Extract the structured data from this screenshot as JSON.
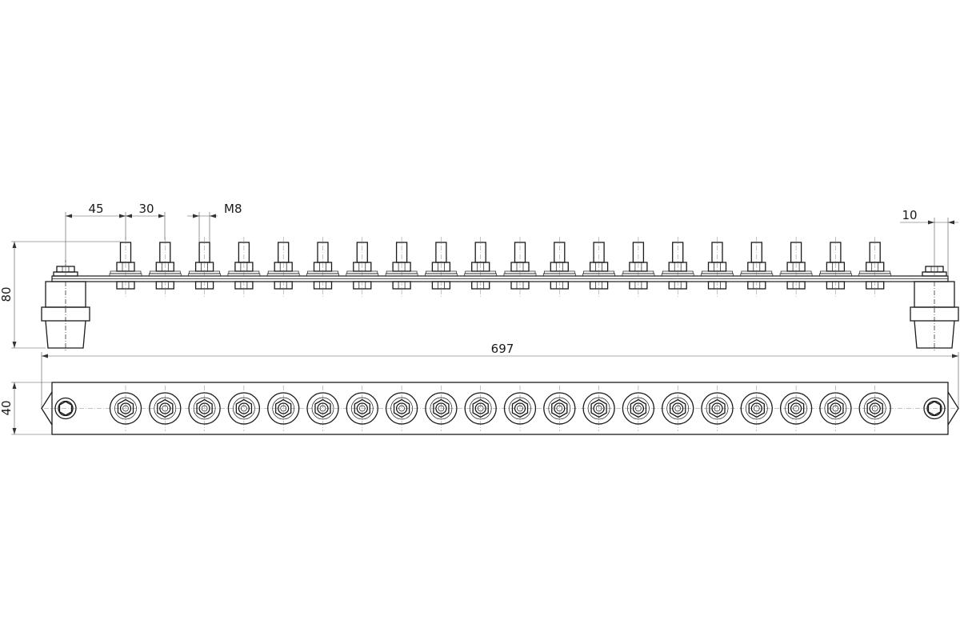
{
  "drawing": {
    "terminal_count": 20,
    "dimensions": {
      "end_offset": "45",
      "pitch": "30",
      "thread": "M8",
      "insulator_gap": "10",
      "height": "80",
      "length": "697",
      "width": "40"
    }
  }
}
